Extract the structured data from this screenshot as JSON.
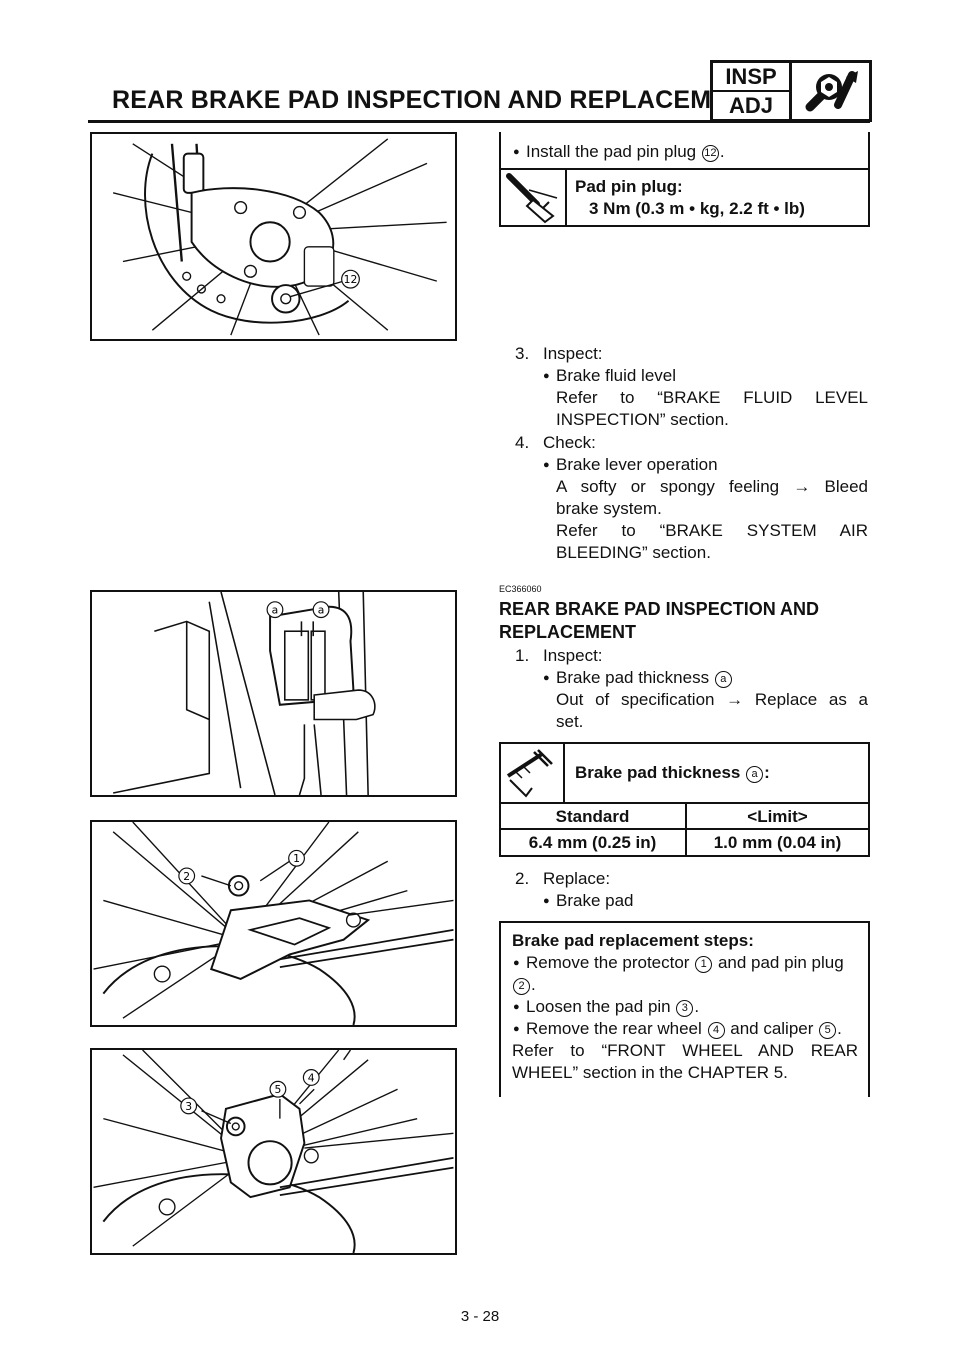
{
  "header": {
    "title": "REAR BRAKE PAD INSPECTION AND REPLACEMENT",
    "badge_top": "INSP",
    "badge_bottom": "ADJ",
    "badge_icon": "wrench-icon"
  },
  "figures": {
    "fig1_callout": "12",
    "fig2_callout_a1": "a",
    "fig2_callout_a2": "a",
    "fig3_callout_1": "1",
    "fig3_callout_2": "2",
    "fig4_callout_3": "3",
    "fig4_callout_4": "4",
    "fig4_callout_5": "5"
  },
  "pad_pin_box": {
    "line": "Install the pad pin plug",
    "ref": "12",
    "torque_label": "Pad pin plug:",
    "torque_value": "3 Nm (0.3 m • kg, 2.2 ft • lb)",
    "icon": "torque-wrench-icon"
  },
  "steps_a": {
    "s3_num": "3.",
    "s3_title": "Inspect:",
    "s3_bullet": "Brake fluid level",
    "s3_ref1": "Refer to “BRAKE FLUID LEVEL",
    "s3_ref2": "INSPECTION” section.",
    "s4_num": "4.",
    "s4_title": "Check:",
    "s4_bullet": "Brake lever operation",
    "s4_l1": "A softy or spongy feeling → Bleed",
    "s4_l2": "brake system.",
    "s4_l3": "Refer to “BRAKE SYSTEM AIR",
    "s4_l4": "BLEEDING” section."
  },
  "section": {
    "code": "EC366060",
    "title1": "REAR BRAKE PAD INSPECTION AND",
    "title2": "REPLACEMENT",
    "s1_num": "1.",
    "s1_title": "Inspect:",
    "s1_bullet": "Brake pad thickness",
    "s1_ref": "a",
    "s1_l1": "Out of specification → Replace as a",
    "s1_l2": "set."
  },
  "spec_box": {
    "title": "Brake pad thickness",
    "ref": "a",
    "h_standard": "Standard",
    "h_limit": "<Limit>",
    "v_standard": "6.4 mm (0.25 in)",
    "v_limit": "1.0 mm (0.04 in)",
    "icon": "caliper-gauge-icon"
  },
  "step2": {
    "num": "2.",
    "title": "Replace:",
    "bullet": "Brake pad"
  },
  "replace_box": {
    "title": "Brake pad replacement steps:",
    "b1_a": "Remove the protector",
    "b1_r1": "1",
    "b1_b": "and pad pin plug",
    "b1_r2": "2",
    "b2_a": "Loosen the pad pin",
    "b2_r": "3",
    "b3_a": "Remove the rear wheel",
    "b3_r1": "4",
    "b3_b": "and caliper",
    "b3_r2": "5",
    "b3_l2": "Refer to “FRONT WHEEL AND REAR",
    "b3_l3": "WHEEL” section in the CHAPTER 5."
  },
  "footer": {
    "page": "3 - 28"
  }
}
